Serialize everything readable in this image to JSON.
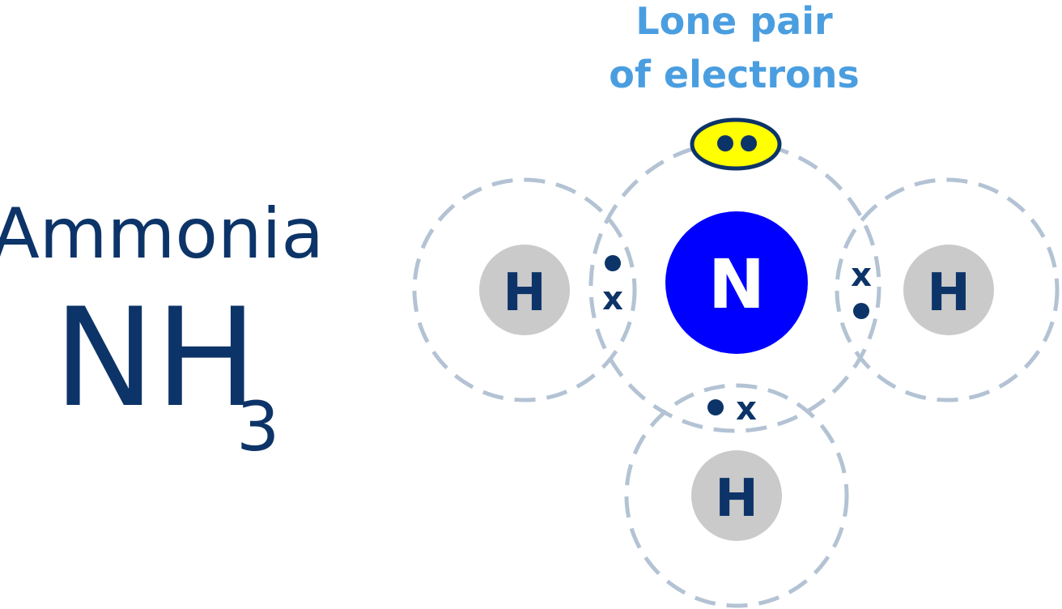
{
  "title": {
    "name": "Ammonia",
    "formula_main": "NH",
    "formula_subscript": "3"
  },
  "annotation": {
    "line1": "Lone pair",
    "line2": "of electrons"
  },
  "atoms": {
    "central": {
      "label": "N"
    },
    "hydrogen_left": {
      "label": "H"
    },
    "hydrogen_right": {
      "label": "H"
    },
    "hydrogen_bottom": {
      "label": "H"
    }
  },
  "electron_symbols": {
    "cross": "x"
  },
  "colors": {
    "title": "#0d3468",
    "annotation": "#4a9ee0",
    "nitrogen_fill": "#0000ff",
    "nitrogen_label": "#ffffff",
    "hydrogen_fill": "#cacaca",
    "hydrogen_label": "#0d3468",
    "shell_stroke": "#b3c3d4",
    "electron": "#0d3468",
    "lone_pair_fill": "#ffff00",
    "lone_pair_stroke": "#0d3468"
  }
}
